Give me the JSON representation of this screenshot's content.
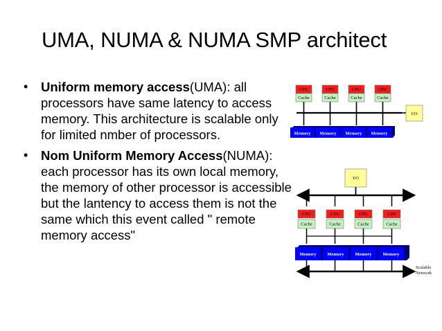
{
  "slide": {
    "title": "UMA, NUMA & NUMA SMP architect",
    "bullets": [
      {
        "marker": "•",
        "bold": "Uniform memory access",
        "text": "(UMA): all processors have same latency to access memory. This architecture is scalable only for limited nmber of processors."
      },
      {
        "marker": "•",
        "bold": "Nom Uniform Memory Access",
        "text": "(NUMA): each processor has its own local memory, the memory of other processor is accessible but the lantency to access them is not the same which this event called \" remote memory access\""
      }
    ]
  },
  "diagrams": {
    "uma": {
      "cpu_labels": [
        "CPU",
        "CPU",
        "CPU",
        "CPU"
      ],
      "cache_labels": [
        "Cache",
        "Cache",
        "Cache",
        "Cache"
      ],
      "io_label": "I/O",
      "memory_labels": [
        "Memory",
        "Memory",
        "Memory",
        "Memory"
      ]
    },
    "numa": {
      "io_label": "I/O",
      "cpu_labels": [
        "CPU",
        "CPU",
        "CPU",
        "CPU"
      ],
      "cache_labels": [
        "Cache",
        "Cache",
        "Cache",
        "Cache"
      ],
      "memory_labels": [
        "Memory",
        "Memory",
        "Memory",
        "Memory"
      ],
      "network_label_lines": [
        "Scalable",
        "Network"
      ]
    }
  },
  "colors": {
    "cpu": "#f01e1e",
    "cache": "#c7f0c2",
    "io": "#ffff99",
    "memory": "#0000ff",
    "memory_shadow": "#00007a",
    "bus": "#000000"
  }
}
